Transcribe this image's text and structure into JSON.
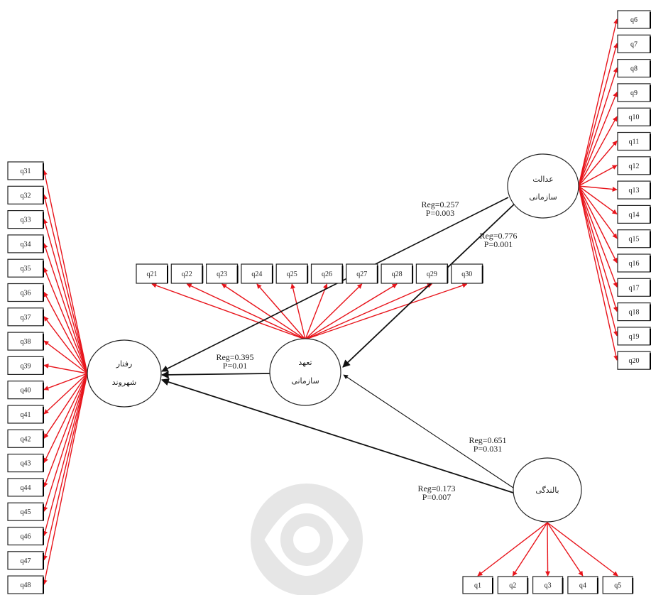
{
  "colors": {
    "measurement_arrow": "#e8141b",
    "structural_arrow": "#111111",
    "box_border": "#222222",
    "watermark": "#d9d9d9"
  },
  "latent": {
    "justice": {
      "line1": "عدالت",
      "line2": "سازمانی"
    },
    "commitment": {
      "line1": "تعهد",
      "line2": "سازمانی"
    },
    "citizenship": {
      "line1": "رفتار",
      "line2": "شهروند"
    },
    "maturity": {
      "line1": "بالندگی",
      "line2": ""
    }
  },
  "indicators": {
    "justice": [
      "q6",
      "q7",
      "q8",
      "q9",
      "q10",
      "q11",
      "q12",
      "q13",
      "q14",
      "q15",
      "q16",
      "q17",
      "q18",
      "q19",
      "q20"
    ],
    "commitment": [
      "q21",
      "q22",
      "q23",
      "q24",
      "q25",
      "q26",
      "q27",
      "q28",
      "q29",
      "q30"
    ],
    "citizenship": [
      "q31",
      "q32",
      "q33",
      "q34",
      "q35",
      "q36",
      "q37",
      "q38",
      "q39",
      "q40",
      "q41",
      "q42",
      "q43",
      "q44",
      "q45",
      "q46",
      "q47",
      "q48"
    ],
    "maturity": [
      "q1",
      "q2",
      "q3",
      "q4",
      "q5"
    ]
  },
  "paths": {
    "justice_to_citizenship": {
      "reg": "Reg=0.257",
      "p": "P=0.003"
    },
    "justice_to_commitment": {
      "reg": "Reg=0.776",
      "p": "P=0.001"
    },
    "commitment_to_citizenship": {
      "reg": "Reg=0.395",
      "p": "P=0.01"
    },
    "maturity_to_commitment": {
      "reg": "Reg=0.651",
      "p": "P=0.031"
    },
    "maturity_to_citizenship": {
      "reg": "Reg=0.173",
      "p": "P=0.007"
    }
  }
}
